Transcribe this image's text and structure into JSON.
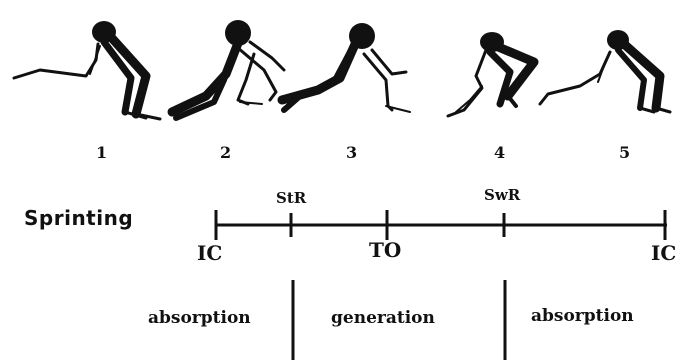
{
  "figure": {
    "frame_numbers": [
      "1",
      "2",
      "3",
      "4",
      "5"
    ],
    "row_label": "Sprinting",
    "events": {
      "ic_start": "IC",
      "toe_off": "TO",
      "ic_end": "IC",
      "stance_reversal": "StR",
      "swing_reversal": "SwR"
    },
    "phases": [
      "absorption",
      "generation",
      "absorption"
    ]
  }
}
